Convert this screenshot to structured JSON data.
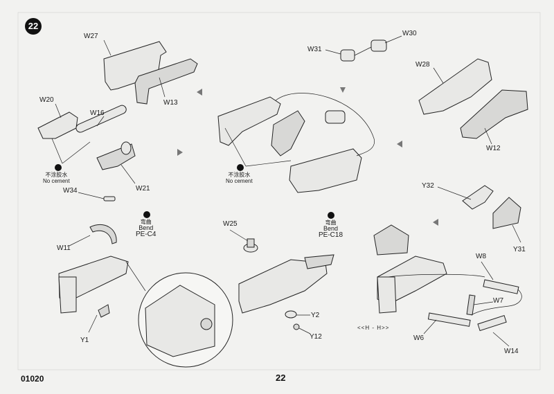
{
  "step": "22",
  "footer": {
    "code": "01020",
    "page": "22"
  },
  "notes": {
    "no_cement_1_cn": "不涂胶水",
    "no_cement_1_en": "No cement",
    "no_cement_2_cn": "不涂胶水",
    "no_cement_2_en": "No cement",
    "bend_1_cn": "弯曲",
    "bend_1_en": "Bend",
    "bend_1_part": "PE-C4",
    "bend_2_cn": "弯曲",
    "bend_2_en": "Bend",
    "bend_2_part": "PE-C18",
    "section": "<<H - H>>"
  },
  "parts": {
    "w27": "W27",
    "w13": "W13",
    "w20": "W20",
    "w16": "W16",
    "w21": "W21",
    "w31": "W31",
    "w30": "W30",
    "w28": "W28",
    "w12": "W12",
    "w34": "W34",
    "w11": "W11",
    "y1": "Y1",
    "w25": "W25",
    "y2": "Y2",
    "y12": "Y12",
    "y32": "Y32",
    "y31": "Y31",
    "w8": "W8",
    "w7": "W7",
    "w6": "W6",
    "w14": "W14"
  }
}
